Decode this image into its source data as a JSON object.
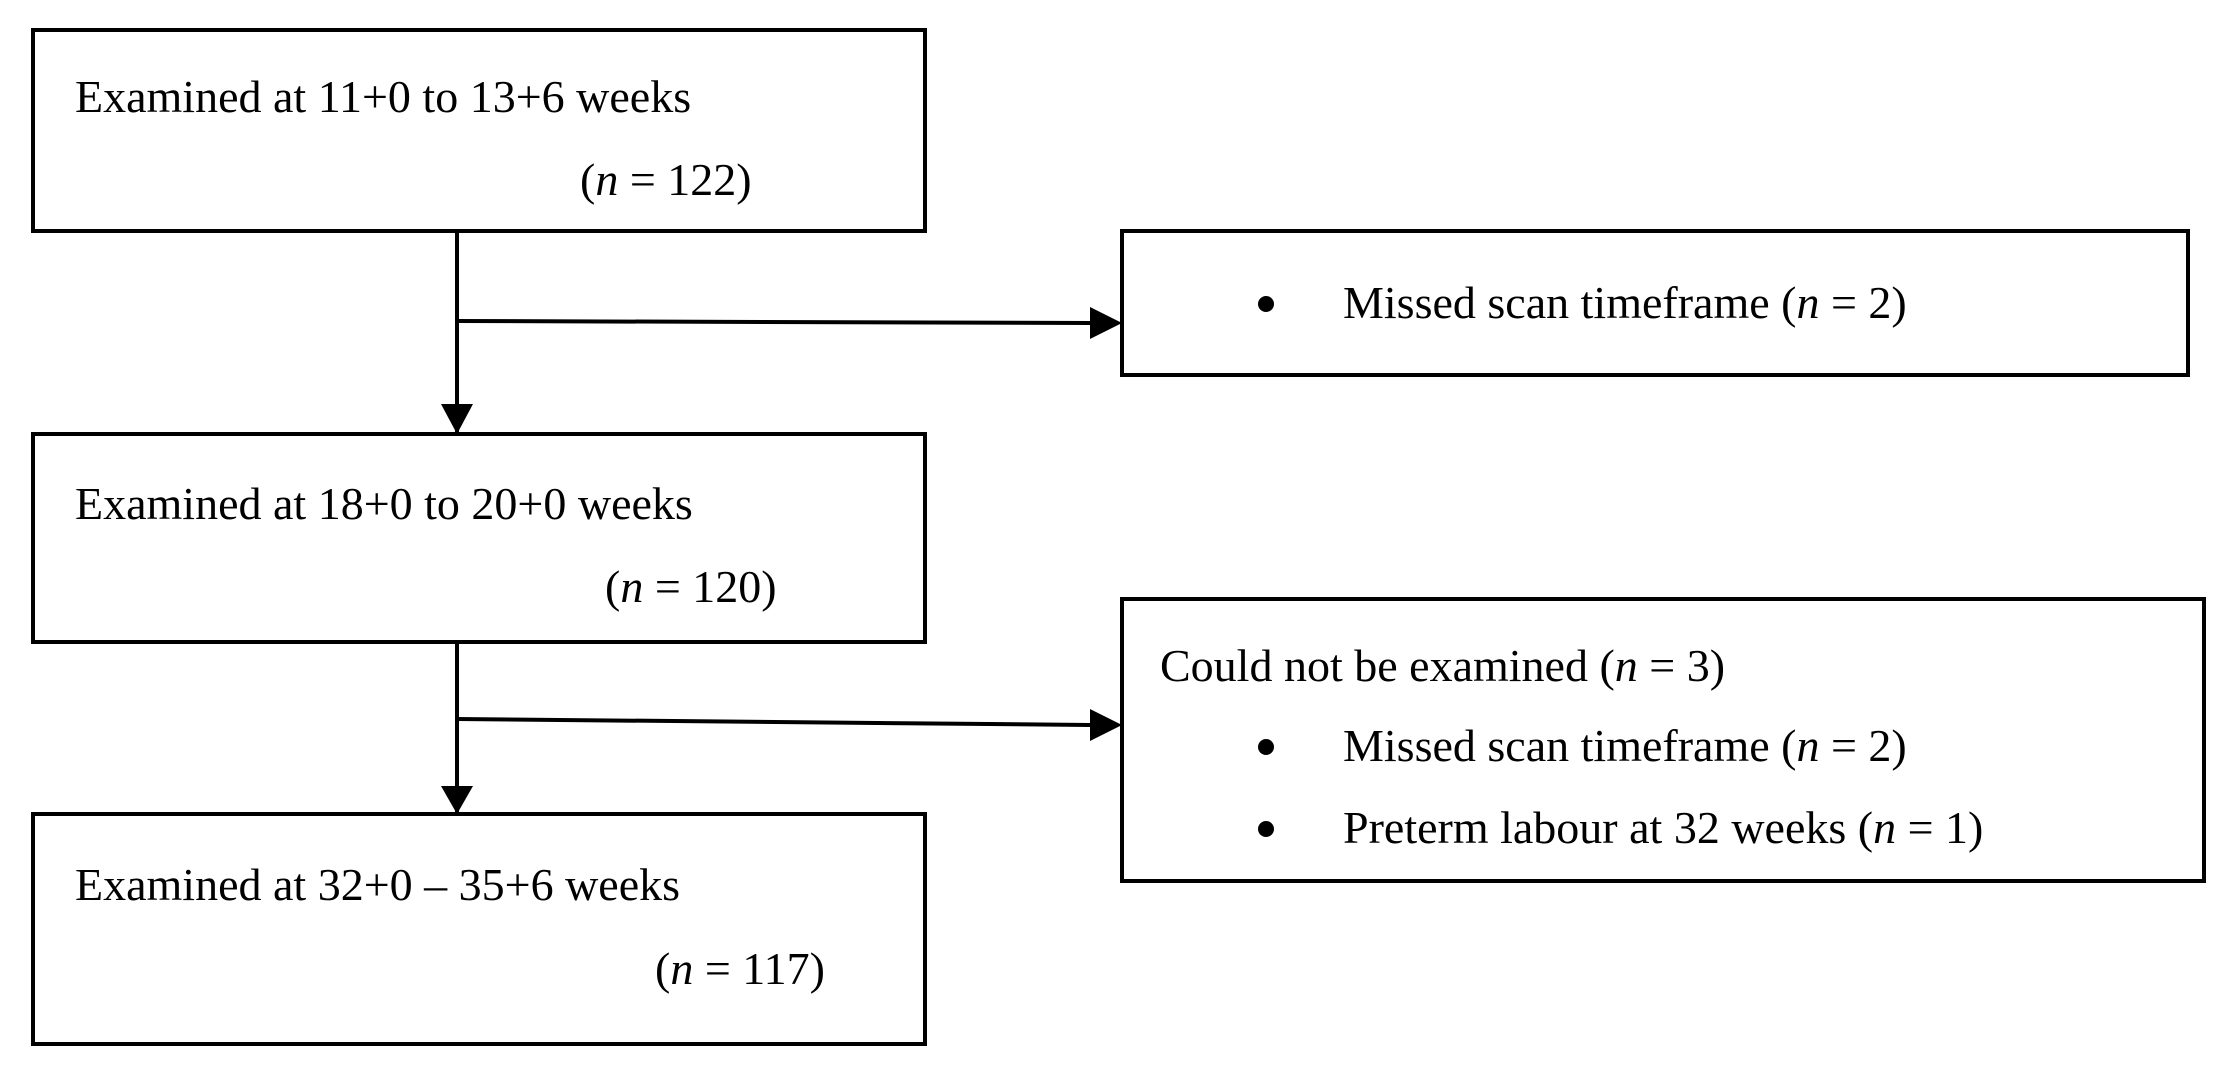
{
  "boxes": {
    "first_trimester": {
      "label": "Examined at 11+0 to 13+6 weeks",
      "n_prefix": "(",
      "n_symbol": "n",
      "n_suffix": " = 122)"
    },
    "second_trimester": {
      "label": "Examined at 18+0 to 20+0 weeks",
      "n_prefix": "(",
      "n_symbol": "n",
      "n_suffix": " = 120)"
    },
    "third_trimester": {
      "label": "Examined at 32+0 – 35+6 weeks",
      "n_prefix": "(",
      "n_symbol": "n",
      "n_suffix": " = 117)"
    }
  },
  "exclusions": {
    "first": {
      "items": [
        {
          "text": "Missed scan timeframe (",
          "n_symbol": "n",
          "suffix": " = 2)"
        }
      ]
    },
    "second": {
      "heading": {
        "text": "Could not be examined (",
        "n_symbol": "n",
        "suffix": " = 3)"
      },
      "items": [
        {
          "text": "Missed scan timeframe (",
          "n_symbol": "n",
          "suffix": " = 2)"
        },
        {
          "text": "Preterm labour at 32 weeks (",
          "n_symbol": "n",
          "suffix": " = 1)"
        }
      ]
    }
  }
}
